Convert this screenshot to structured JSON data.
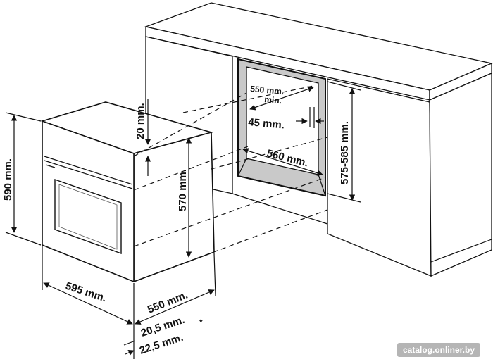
{
  "labels": {
    "oven_height": "590 mm.",
    "oven_width": "595 mm.",
    "oven_depth": "550 mm.",
    "top_gap": "20 mm.",
    "oven_inner_height": "570 mm.",
    "niche_min_depth": "550 mm.",
    "niche_min_depth_note": "min.",
    "niche_side_gap": "45 mm.",
    "niche_width": "560 mm.",
    "niche_height": "575-585 mm.",
    "front_offset_1": "20,5 mm.",
    "front_offset_2": "22,5 mm.",
    "asterisk": "*"
  },
  "watermark": "catalog.onliner.by"
}
